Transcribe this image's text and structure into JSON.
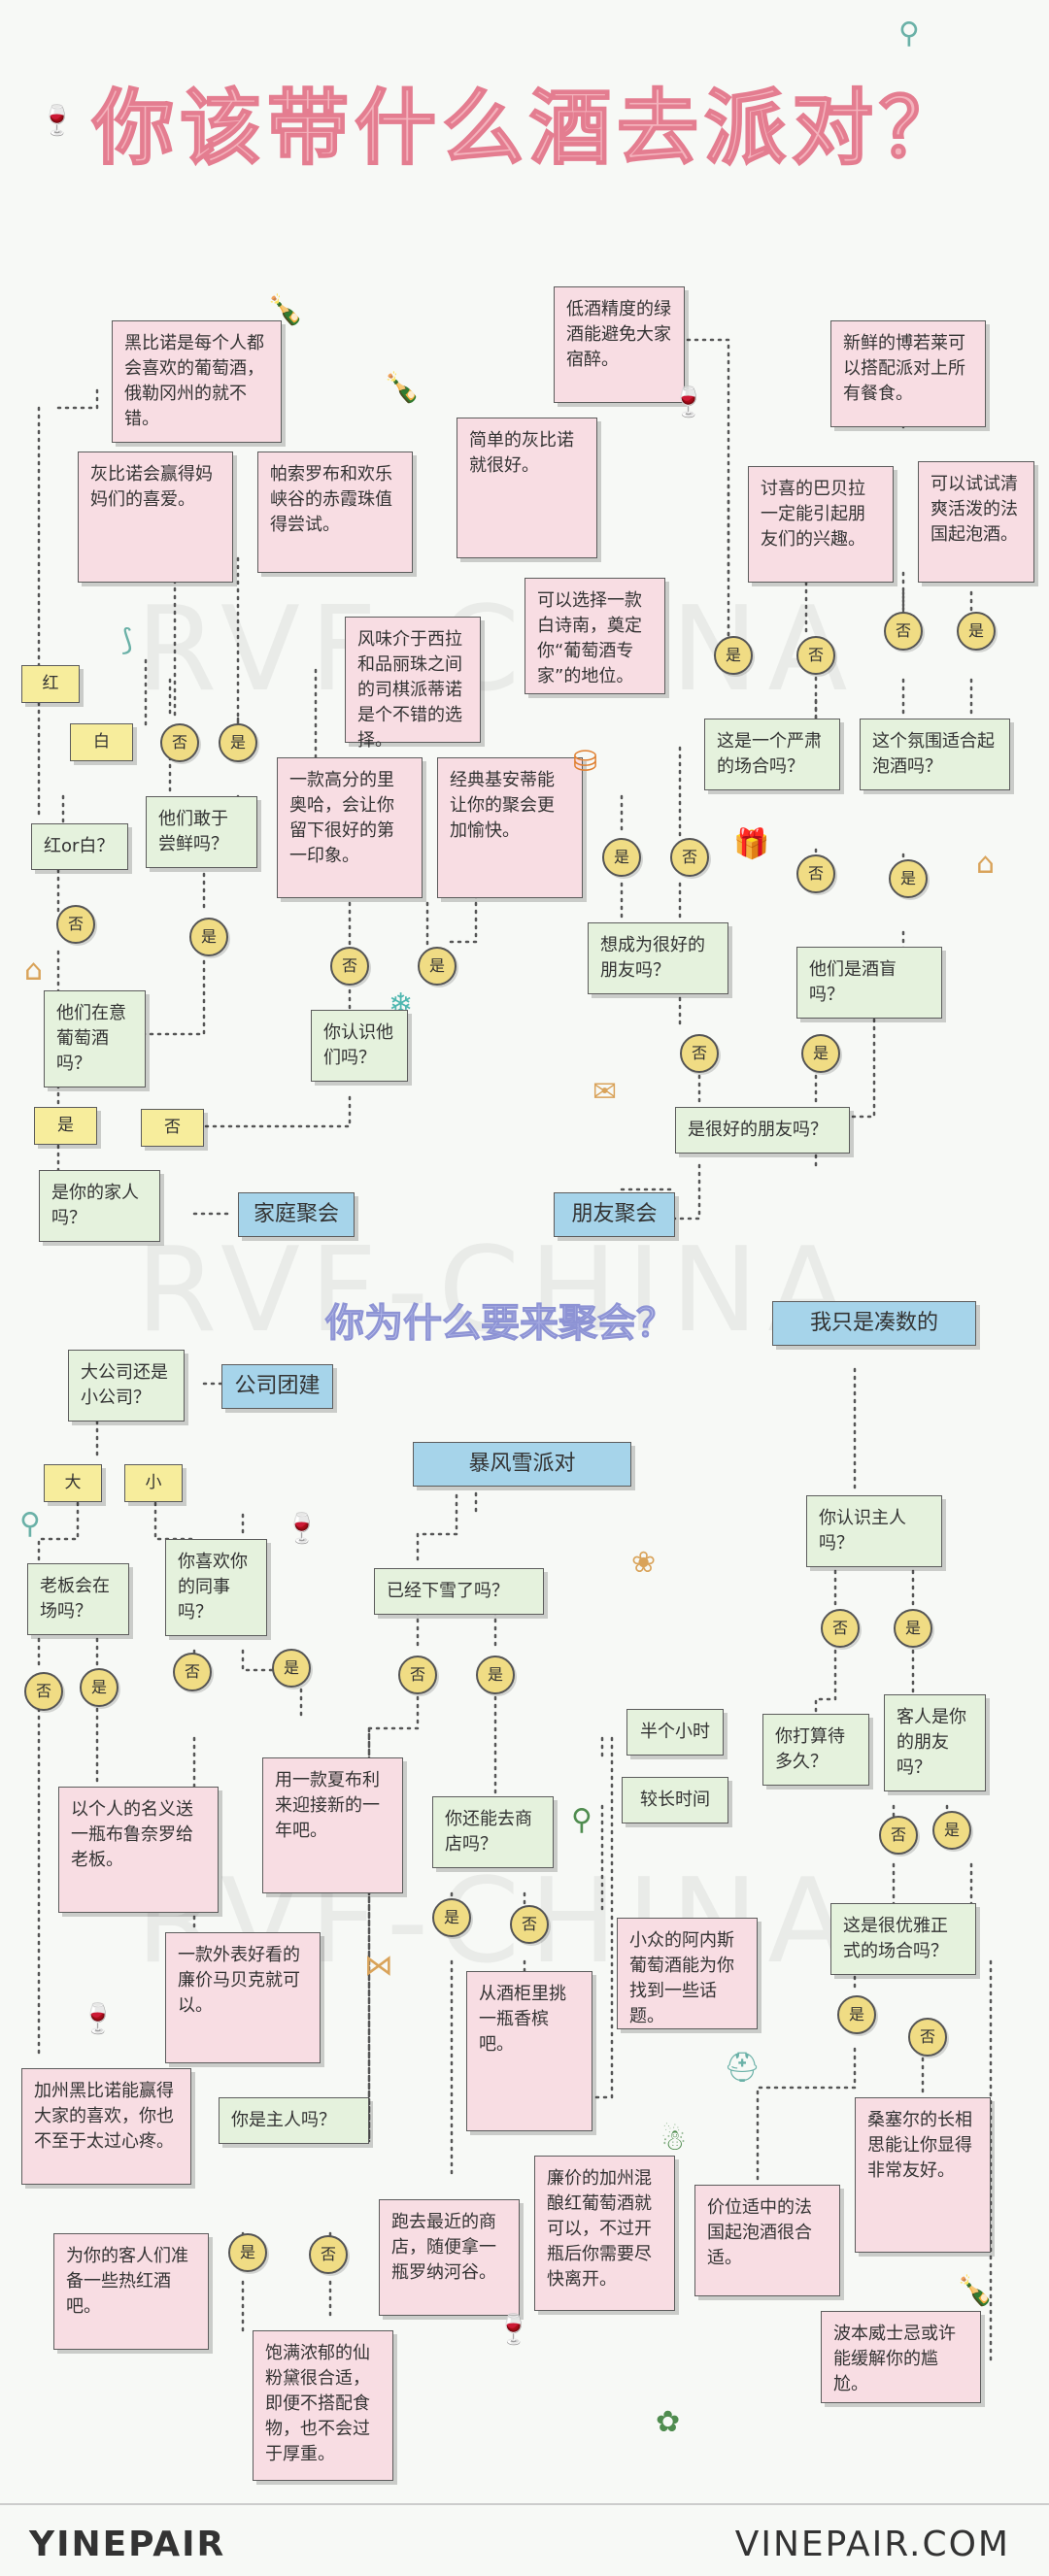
{
  "title": "你该带什么酒去派对？",
  "subtitle": "你为什么要来聚会？",
  "watermark": "RVF-CHINA",
  "brand_left": "YINEPAIR",
  "brand_right": "VINEPAIR.COM",
  "boxes": {
    "pinot_everyone": "黑比诺是每个人都会喜欢的葡萄酒，俄勒冈州的就不错。",
    "pinot_mom": "灰比诺会赢得妈妈们的喜爱。",
    "pazo_rias": "帕索罗布和欢乐峡谷的赤霞珠值得尝试。",
    "low_alcohol": "低酒精度的绿酒能避免大家宿醉。",
    "simple_pinot_gris": "简单的灰比诺就很好。",
    "fresh_beaujolais": "新鲜的博若莱可以搭配派对上所有餐食。",
    "barbera": "讨喜的巴贝拉一定能引起朋友们的兴趣。",
    "france_sparkling": "可以试试清爽活泼的法国起泡酒。",
    "white_burgundy": "可以选择一款白诗南，奠定你“葡萄酒专家”的地位。",
    "sangiovese": "风味介于西拉和品丽珠之间的司棋派蒂诺是个不错的选择。",
    "rioja": "一款高分的里奥哈，会让你留下很好的第一印象。",
    "chianti": "经典基安蒂能让你的聚会更加愉快。",
    "personal_barolo": "以个人的名义送一瓶布鲁奈罗给老板。",
    "summer_red": "用一款夏布利来迎接新的一年吧。",
    "malbec": "一款外表好看的廉价马贝克就可以。",
    "champagne_cellar": "从酒柜里挑一瓶香槟吧。",
    "ca_pinot": "加州黑比诺能赢得大家的喜欢，你也不至于太过心疼。",
    "mulled_wine": "为你的客人们准备一些热红酒吧。",
    "rose_sparkling": "饱满浓郁的仙粉黛很合适，即便不搭配食物，也不会过于厚重。",
    "rosso": "跑去最近的商店，随便拿一瓶罗纳河谷。",
    "ca_blend": "廉价的加州混酿红葡萄酒就可以，不过开瓶后你需要尽快离开。",
    "prosecco": "价位适中的法国起泡酒很合适。",
    "amarone": "桑塞尔的长相思能让你显得非常友好。",
    "aglianico": "小众的阿内斯葡萄酒能为你找到一些话题。",
    "bourbon": "波本威士忌或许能缓解你的尴尬。"
  },
  "questions": {
    "red_or_white": "红or白？",
    "dare_new": "他们敢于尝鲜吗？",
    "care_wine": "他们在意葡萄酒吗？",
    "know_them": "你认识他们吗？",
    "family": "是你的家人吗？",
    "serious": "这是一个严肃的场合吗？",
    "sparkling_mood": "这个氛围适合起泡酒吗？",
    "good_friend_want": "想成为很好的朋友吗？",
    "wine_blind": "他们是酒盲吗？",
    "good_friend": "是很好的朋友吗？",
    "big_small": "大公司还是小公司？",
    "boss_present": "老板会在场吗？",
    "like_colleagues": "你喜欢你的同事吗？",
    "snowing": "已经下雪了吗？",
    "can_go_store": "你还能去商店吗？",
    "are_host": "你是主人吗？",
    "know_host": "你认识主人吗？",
    "stay_long": "你打算待多久？",
    "host_friend": "客人是你的朋友吗？",
    "elegant": "这是很优雅正式的场合吗？"
  },
  "tags": {
    "red": "红",
    "white": "白",
    "yes": "是",
    "big": "大",
    "small": "小",
    "half_hour": "半个小时",
    "long_time": "较长时间"
  },
  "categories": {
    "family": "家庭聚会",
    "friends": "朋友聚会",
    "company": "公司团建",
    "blizzard": "暴风雪派对",
    "tagalong": "我只是凑数的"
  },
  "coins": {
    "yes": "是",
    "no": "否"
  },
  "colors": {
    "pink_box": "#f8dde3",
    "green_box": "#e5f2dd",
    "tag_yellow": "#f7ed9c",
    "coin": "#f0dc84",
    "category_blue": "#a6d4ea",
    "title_pink": "#f4b3bd"
  }
}
